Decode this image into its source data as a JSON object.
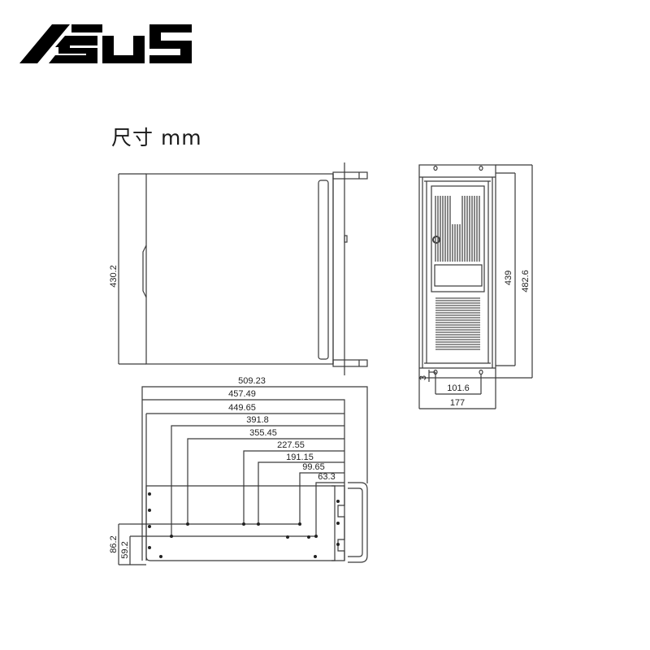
{
  "brand": {
    "name": "ASUS",
    "color": "#000000"
  },
  "title": "尺寸 mm",
  "units": "mm",
  "views": {
    "side": {
      "height_label": "430.2"
    },
    "front": {
      "inner_height_label": "439",
      "outer_height_label": "482.6",
      "offset_label": "3",
      "hole_spacing_label": "101.6",
      "width_label": "177"
    },
    "top": {
      "depth_labels": [
        "509.23",
        "457.49",
        "449.65",
        "391.8",
        "355.45",
        "227.55",
        "191.15",
        "99.65",
        "63.3"
      ],
      "height_labels": [
        "86.2",
        "59.2"
      ]
    }
  },
  "colors": {
    "line": "#3a3a3a",
    "grille": "#555555",
    "text": "#222222"
  }
}
